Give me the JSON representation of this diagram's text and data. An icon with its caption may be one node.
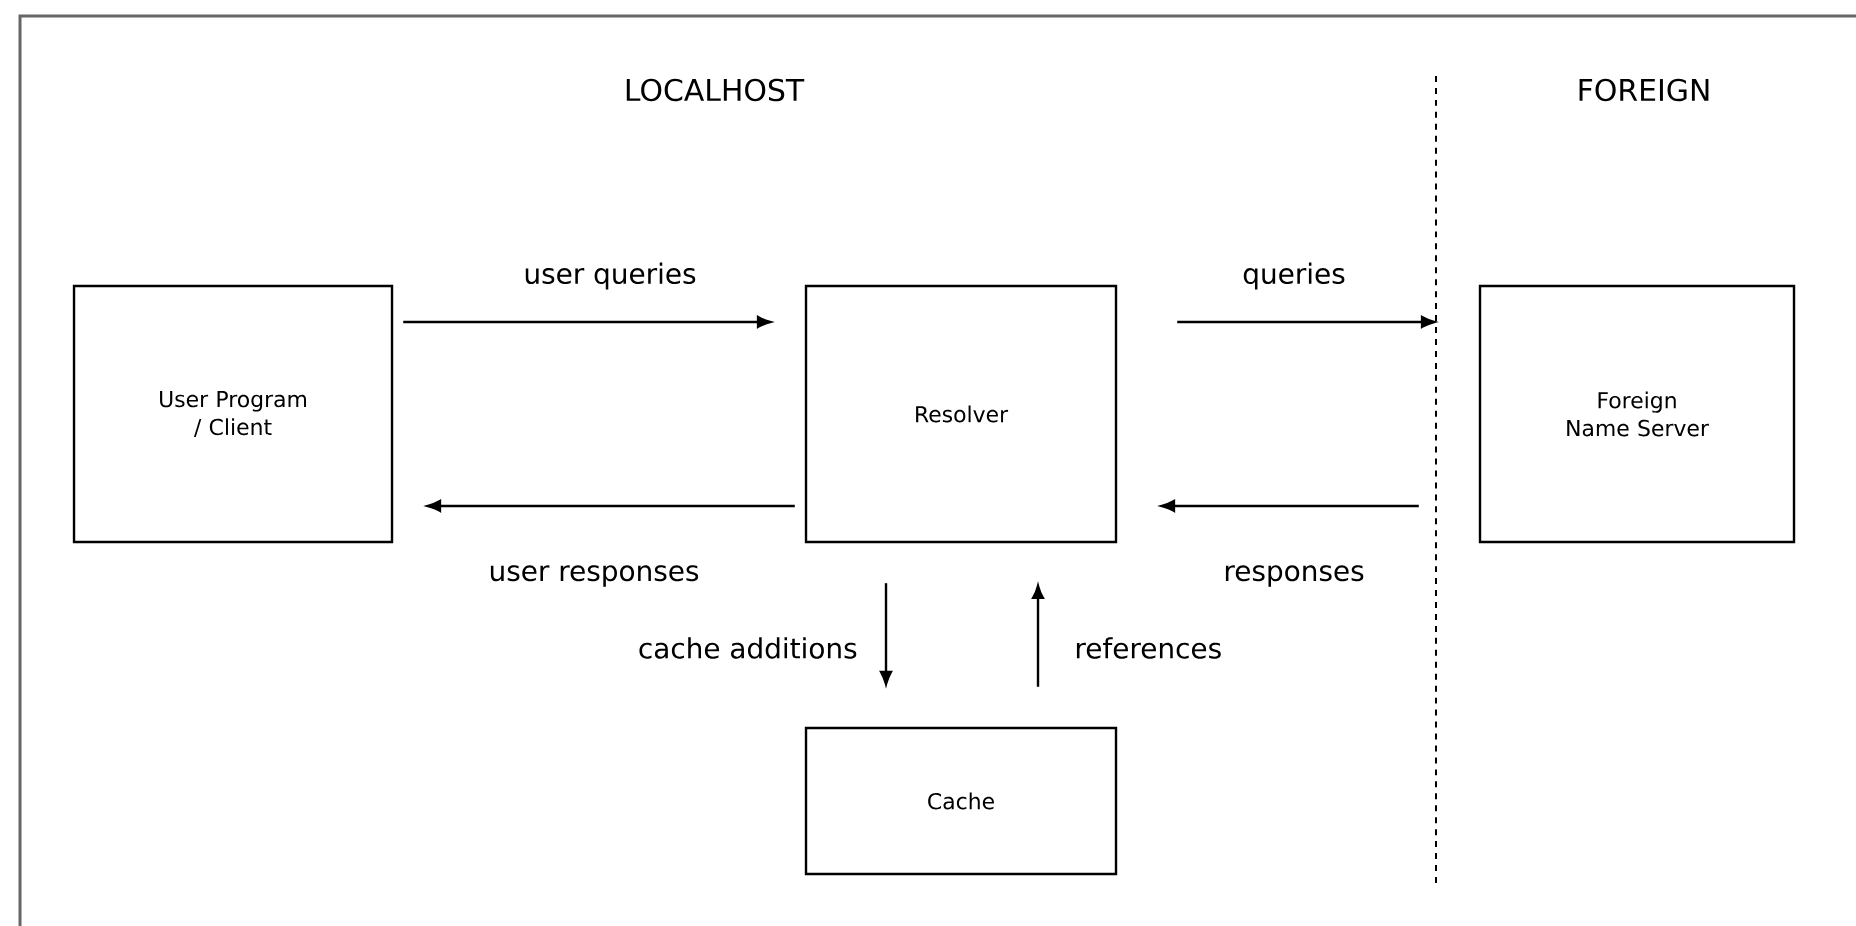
{
  "diagram": {
    "nodes": [
      {
        "text": [
          "User Program / Client"
        ]
      },
      {
        "text": [
          "Resolver"
        ]
      },
      {
        "text": [
          "Foreign Name Server"
        ]
      },
      {
        "text": [
          "Cache"
        ]
      }
    ],
    "edges": [
      {
        "from": 0,
        "to": 1,
        "arrow": "to",
        "label": "user queries"
      },
      {
        "from": 1,
        "to": 0,
        "arrow": "to",
        "label": "user responses"
      },
      {
        "from": 1,
        "to": 2,
        "arrow": "to",
        "label": "queries"
      },
      {
        "from": 2,
        "to": 1,
        "arrow": "to",
        "label": "responses"
      },
      {
        "from": 1,
        "to": 3,
        "arrow": "to",
        "label": "cache additions"
      },
      {
        "from": 3,
        "to": 1,
        "arrow": "to",
        "label": "references"
      }
    ],
    "labels": [
      "LOCALHOST",
      "FOREIGN"
    ]
  }
}
